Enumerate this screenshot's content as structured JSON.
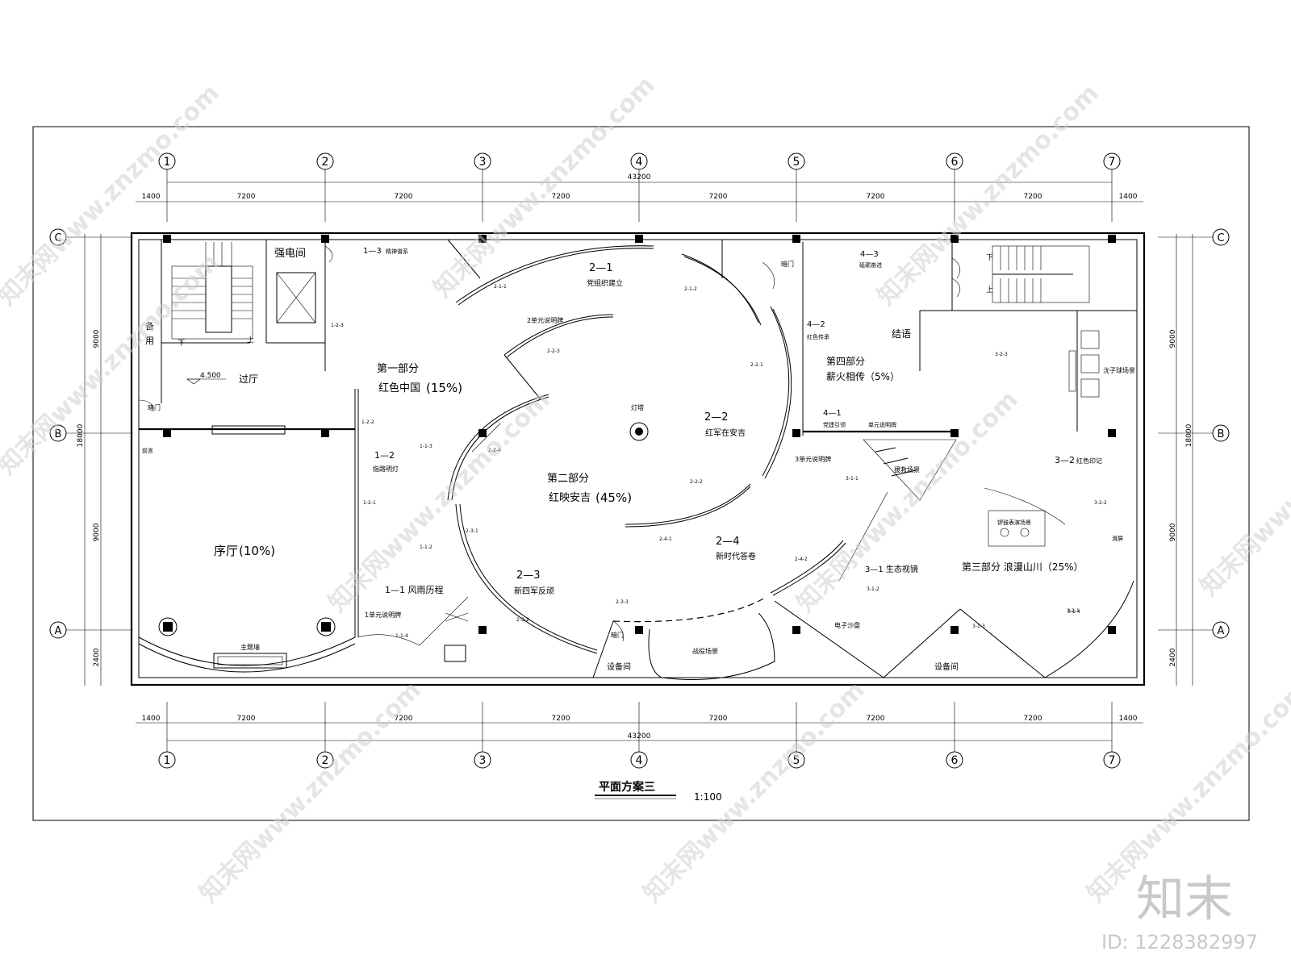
{
  "grid": {
    "columns": [
      "1",
      "2",
      "3",
      "4",
      "5",
      "6",
      "7"
    ],
    "rows": [
      "C",
      "B",
      "A"
    ],
    "total_width": "43200",
    "bay_widths": [
      "1400",
      "7200",
      "7200",
      "7200",
      "7200",
      "7200",
      "7200",
      "1400"
    ],
    "side_dims": [
      "9000",
      "18000",
      "9000",
      "2400"
    ]
  },
  "rooms": {
    "power_room": "强电间",
    "backup": "备",
    "backup2": "用",
    "hall": "过厅",
    "elevation": "4.500",
    "down1": "下",
    "up1": "上",
    "down2": "下",
    "up2": "上",
    "dark_door1": "暗门",
    "dark_door2": "暗门",
    "dark_door3": "暗门",
    "foreword_hall": "序厅",
    "foreword_pct": "(10%)",
    "foreword": "前言",
    "theme_wall": "主题墙",
    "equipment1": "设备间",
    "equipment2": "设备间",
    "battle_scene": "战役场景",
    "sandtable": "电子沙盘",
    "lamp_tower": "灯塔",
    "conclusion": "结语",
    "rescue_scene": "援救场景",
    "ball_scene": "沈子球场景",
    "perform_scene": "锣鼓表演场景",
    "screen": "滑屏"
  },
  "sections": {
    "s1_title": "第一部分",
    "s1_name": "红色中国",
    "s1_pct": "(15%)",
    "s2_title": "第二部分",
    "s2_name": "红映安吉",
    "s2_pct": "(45%)",
    "s3": "第三部分 浪漫山川（25%）",
    "s4_title": "第四部分",
    "s4_name": "薪火相传（5%）"
  },
  "units": {
    "u1_1": "1—1  风雨历程",
    "u1_2": "1—2",
    "u1_2b": "指路明灯",
    "u1_3": "1—3",
    "u1_3b": "精神谱系",
    "u1_unit": "1单元说明牌",
    "u2_1": "2—1",
    "u2_1b": "党组织建立",
    "u2_2": "2—2",
    "u2_2b": "红军在安吉",
    "u2_3": "2—3",
    "u2_3b": "新四军反顽",
    "u2_4": "2—4",
    "u2_4b": "新时代答卷",
    "u2_unit": "2单元说明牌",
    "u3_unit": "3单元说明牌",
    "u3_1": "3—1  生态视镜",
    "u3_2": "3—2",
    "u3_2b": "红色印记",
    "u4_1": "4—1",
    "u4_1b": "党建引领",
    "u4_2": "4—2",
    "u4_2b": "红色传承",
    "u4_3": "4—3",
    "u4_3b": "砥砺奋进",
    "u4_unit": "单元说明牌"
  },
  "sub_labels": [
    "1-2-3",
    "1-2-2",
    "1-2-1",
    "1-1-3",
    "1-1-2",
    "1-1-4",
    "2-1-1",
    "2-1-2",
    "2-2-3",
    "2-2-4",
    "2-2-1",
    "2-2-2",
    "2-3-1",
    "2-3-2",
    "2-3-3",
    "2-4-1",
    "2-4-2",
    "3-1-1",
    "3-1-2",
    "3-1-3",
    "3-1-4",
    "3-2-3",
    "3-2-2",
    "3-2-1"
  ],
  "caption": {
    "title": "平面方案三",
    "scale": "1:100"
  },
  "watermark": {
    "logo": "知末",
    "id": "ID: 1228382997",
    "diag": "知末网www.znzmo.com"
  }
}
